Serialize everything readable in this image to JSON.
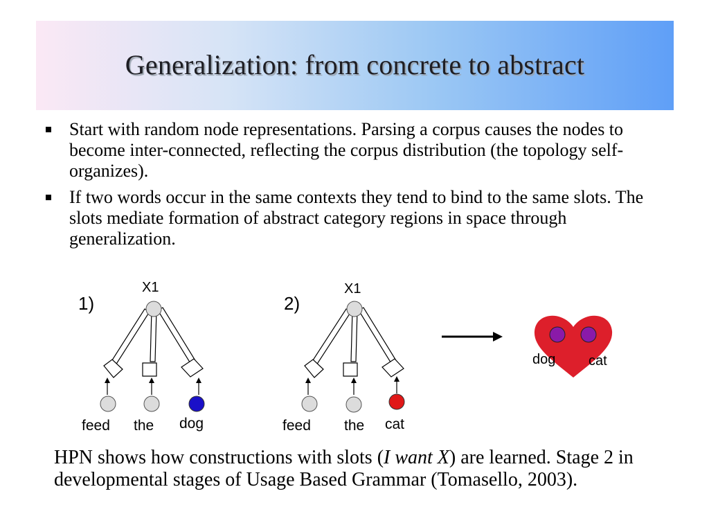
{
  "title": "Generalization: from concrete to abstract",
  "bullets": [
    "Start with random node representations. Parsing a corpus causes the nodes to become inter-connected, reflecting the corpus distribution (the topology self-organizes).",
    "If two words occur in the same contexts they tend to bind to the same slots. The slots mediate formation of abstract category regions in space through generalization."
  ],
  "diagram": {
    "panel1": {
      "number": "1)",
      "top_node": "X1",
      "words": [
        "feed",
        "the",
        "dog"
      ],
      "highlight_color": "#1a10c8"
    },
    "panel2": {
      "number": "2)",
      "top_node": "X1",
      "words": [
        "feed",
        "the",
        "cat"
      ],
      "highlight_color": "#e01818"
    },
    "result": {
      "labels": [
        "dog",
        "cat"
      ],
      "heart_color": "#dd1f2b",
      "dot_color": "#8a1aa8"
    },
    "node_gray": "#dcdcdc"
  },
  "caption": {
    "before": "HPN shows how constructions with slots (",
    "italic": "I want X",
    "after": ") are learned. Stage 2 in developmental stages of  Usage Based Grammar (Tomasello, 2003)."
  }
}
